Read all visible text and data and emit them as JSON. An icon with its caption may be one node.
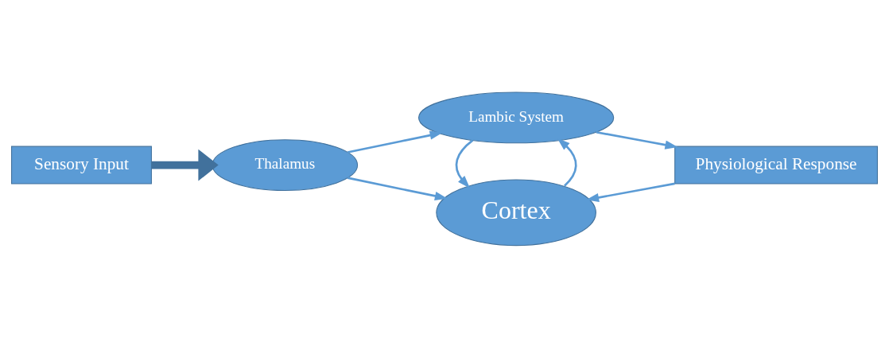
{
  "diagram": {
    "nodes": [
      {
        "text": [
          "Cortex"
        ]
      },
      {
        "text": [
          "Thalamus"
        ]
      },
      {
        "text": [
          "Lambic System"
        ]
      },
      {
        "text": [
          "Physiological Response"
        ]
      },
      {
        "text": [
          "Sensory Input"
        ]
      }
    ],
    "edges": [
      {
        "from": 1,
        "to": 0,
        "arrow": "to"
      },
      {
        "from": 1,
        "to": 2,
        "arrow": "to"
      },
      {
        "from": 0,
        "to": 2,
        "arrow": "to"
      },
      {
        "from": 2,
        "to": 0,
        "arrow": "to"
      },
      {
        "from": 2,
        "to": 3,
        "arrow": "to"
      },
      {
        "from": 3,
        "to": 0,
        "arrow": "to"
      },
      {
        "from": 4,
        "to": 1,
        "arrow": "to",
        "style": "thick"
      }
    ]
  }
}
